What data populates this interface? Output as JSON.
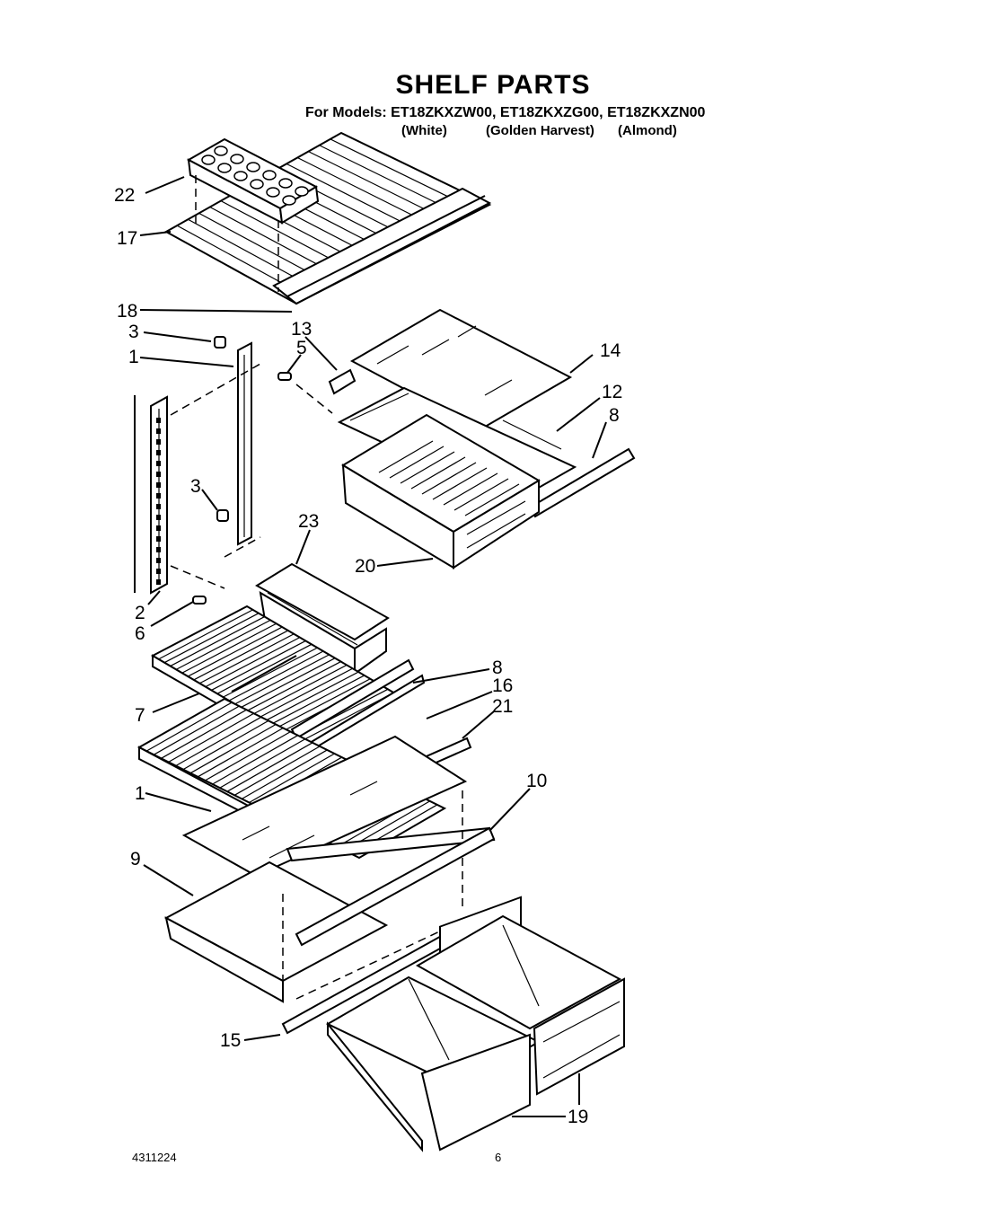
{
  "header": {
    "title": "SHELF PARTS",
    "models_line": "For Models: ET18ZKXZW00, ET18ZKXZG00, ET18ZKXZN00",
    "colors": [
      "(White)",
      "(Golden Harvest)",
      "(Almond)"
    ]
  },
  "callouts": [
    "22",
    "17",
    "18",
    "3",
    "1",
    "13",
    "5",
    "14",
    "12",
    "8",
    "3",
    "23",
    "20",
    "2",
    "6",
    "8",
    "16",
    "21",
    "7",
    "1",
    "10",
    "9",
    "15",
    "19"
  ],
  "footer": {
    "doc_number": "4311224",
    "page_number": "6"
  }
}
